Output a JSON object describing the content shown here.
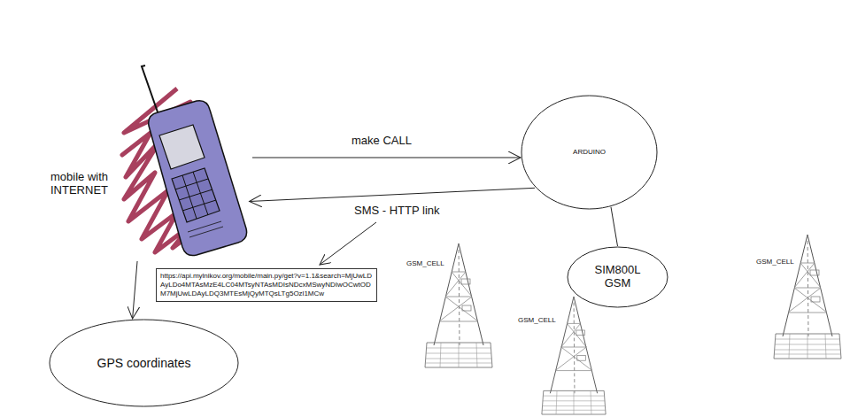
{
  "diagram": {
    "nodes": [
      {
        "text": [
          "mobile with INTERNET"
        ]
      },
      {
        "text": [
          "ARDUINO"
        ]
      },
      {
        "text": [
          "SIM800L GSM"
        ]
      },
      {
        "text": [
          "https://api.mylnikov.org/mobile/main.py/get?v=1.1&search=MjUwLDAyLDo4MTAsMzE4LC04MTsyNTAsMDIsNDcxMSwyNDIwOCwtODM7MjUwLDAyLDQ3MTEsMjQyMTQsLTg5Ozl1MCw"
        ]
      },
      {
        "text": [
          "GPS coordinates"
        ]
      }
    ],
    "edges": [
      {
        "from": 0,
        "to": 1,
        "label": "make CALL",
        "arrow": "to"
      },
      {
        "from": 1,
        "to": 0,
        "label": "SMS - HTTP link",
        "arrow": "to"
      },
      {
        "from": 2,
        "to": 1,
        "arrow": "none"
      },
      {
        "from": 0,
        "to": 4,
        "arrow": "to"
      }
    ],
    "labels": [
      "GSM_CELL",
      "GSM_CELL",
      "GSM_CELL"
    ]
  }
}
